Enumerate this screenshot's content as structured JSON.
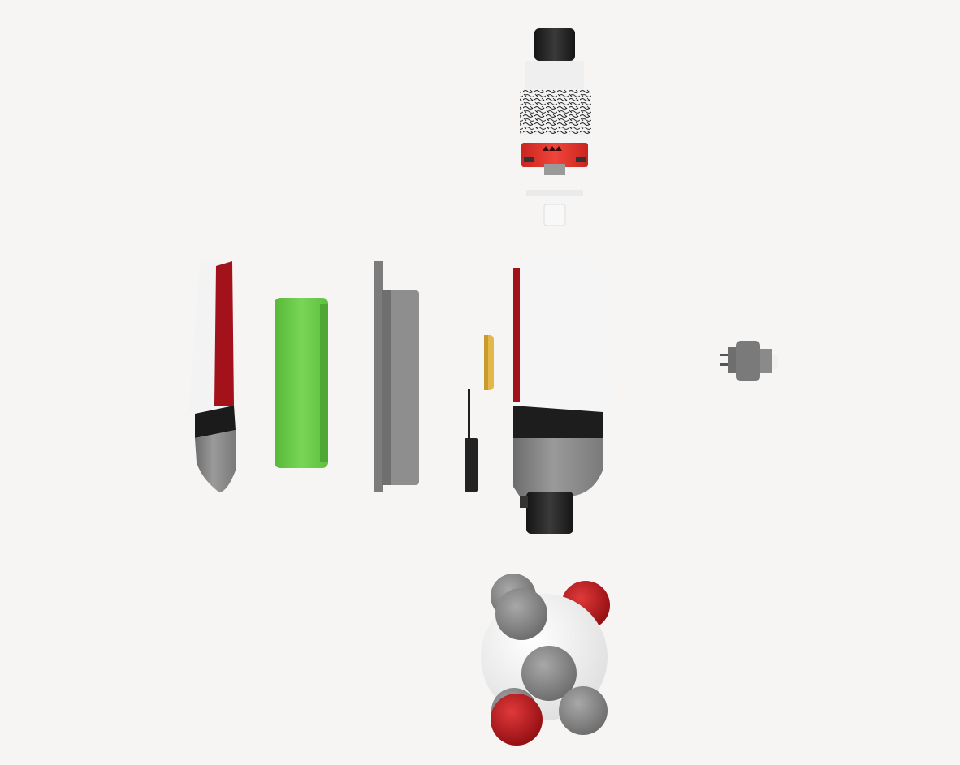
{
  "scene": {
    "background": "#f6f5f3",
    "components": [
      {
        "name": "atomizer-tank"
      },
      {
        "name": "drip-tip-adapter"
      },
      {
        "name": "side-cover-panel"
      },
      {
        "name": "battery-cell"
      },
      {
        "name": "chassis-plate"
      },
      {
        "name": "contact-pin"
      },
      {
        "name": "circuit-board"
      },
      {
        "name": "main-body"
      },
      {
        "name": "fire-button"
      },
      {
        "name": "molecule-model"
      }
    ],
    "colors": {
      "accent_red": "#e23a32",
      "dark_red": "#9b0f12",
      "battery_green": "#6ccb49",
      "gray": "#8c8c8c",
      "dark_gray": "#5e5e5e",
      "white_body": "#f1f1f1",
      "black": "#222222",
      "gold": "#e2b84a"
    }
  }
}
